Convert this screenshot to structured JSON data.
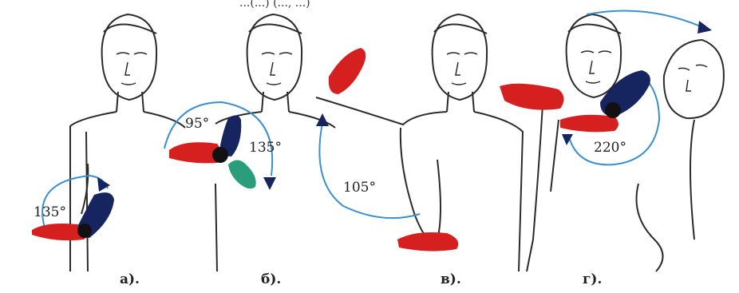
{
  "top_cut_text": "...(...) (..., ...)",
  "colors": {
    "red": "#d62020",
    "navy": "#16245f",
    "green": "#2a9d7a",
    "blue": "#3a8fd0",
    "outline": "#2b2b2b"
  },
  "panels": [
    {
      "label": "а).",
      "angles": [
        "135°"
      ]
    },
    {
      "label": "б).",
      "angles": [
        "95°",
        "135°"
      ]
    },
    {
      "label": "в).",
      "angles": [
        "105°"
      ]
    },
    {
      "label": "г).",
      "angles": [
        "220°"
      ]
    }
  ]
}
